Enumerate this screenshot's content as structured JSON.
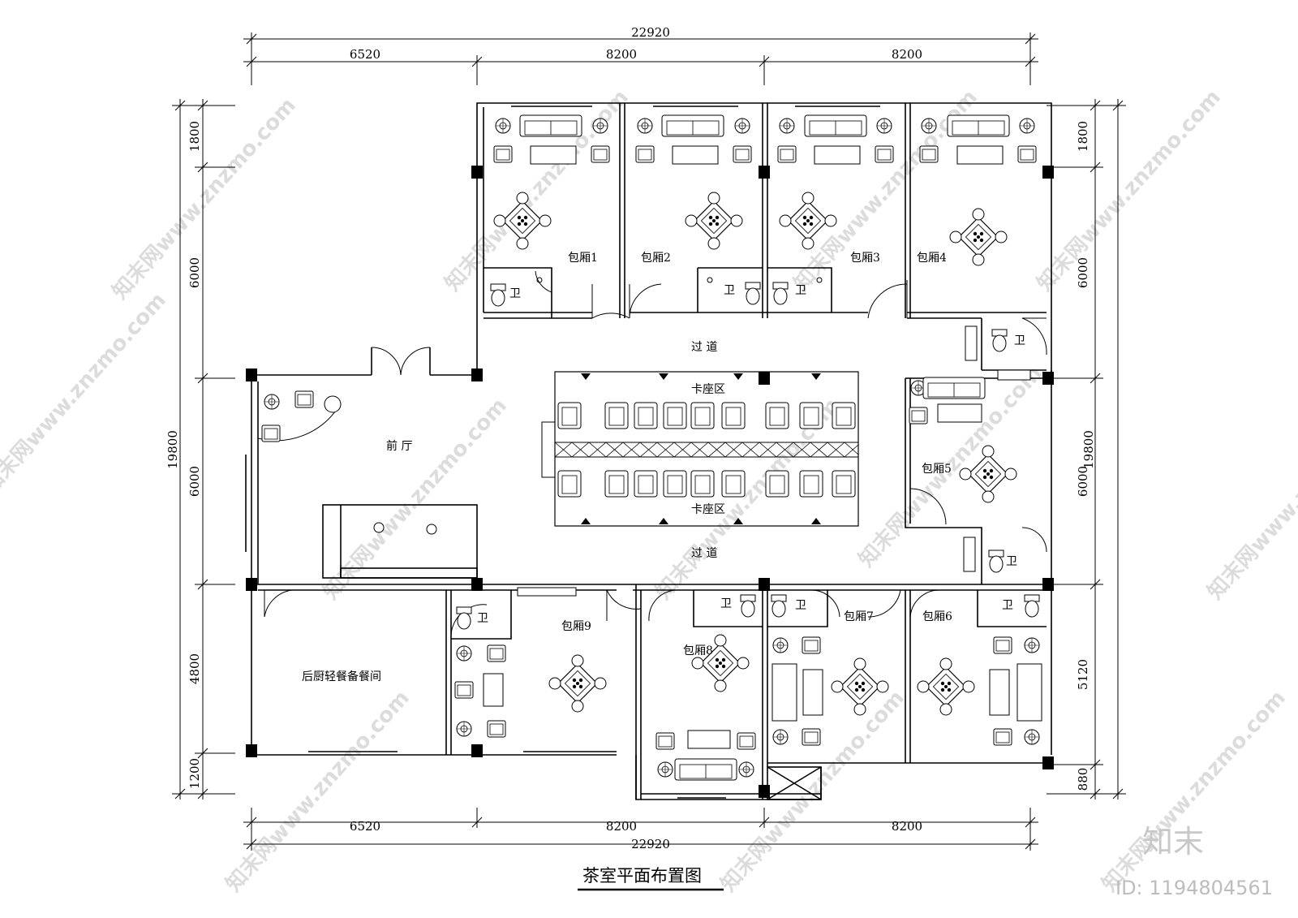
{
  "plan_title": "茶室平面布置图",
  "dims_top": {
    "total": "22920",
    "parts": [
      "6520",
      "8200",
      "8200"
    ]
  },
  "dims_bottom": {
    "total": "22920",
    "parts": [
      "6520",
      "8200",
      "8200"
    ]
  },
  "dims_left": {
    "total": "19800",
    "parts": [
      "1800",
      "6000",
      "6000",
      "4800",
      "1200"
    ]
  },
  "dims_right": {
    "total": "19800",
    "parts": [
      "1800",
      "6000",
      "6000",
      "5120",
      "880"
    ]
  },
  "rooms": {
    "room1": "包厢1",
    "room2": "包厢2",
    "room3": "包厢3",
    "room4": "包厢4",
    "room5": "包厢5",
    "room6": "包厢6",
    "room7": "包厢7",
    "room8": "包厢8",
    "room9": "包厢9",
    "lobby": "前 厅",
    "corridor_top": "过 道",
    "corridor_bottom": "过 道",
    "booth_top": "卡座区",
    "booth_bottom": "卡座区",
    "kitchen": "后厨轻餐备餐间",
    "wc": "卫"
  },
  "watermark": {
    "text": "知末网www.znzmo.com",
    "brand": "知末",
    "id": "ID: 1194804561"
  }
}
